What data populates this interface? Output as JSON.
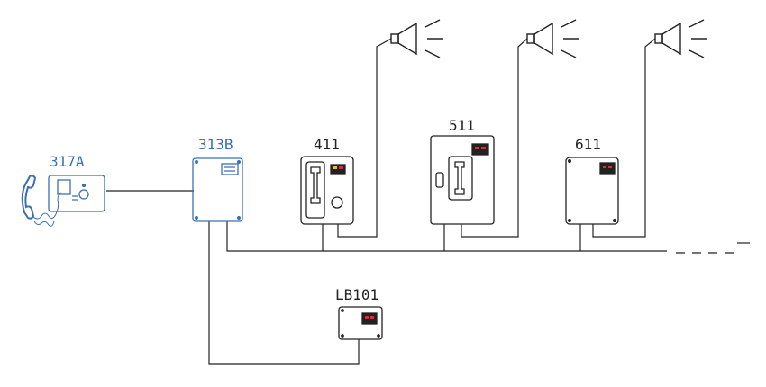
{
  "labels": {
    "handset_station": "317A",
    "amplifier": "313B",
    "station_411": "411",
    "station_511": "511",
    "station_611": "611",
    "loudspeaker_box": "LB101"
  },
  "colors": {
    "line": "#222222",
    "blue": "#3a6fb5",
    "red": "#d83030",
    "yellow": "#e8c020"
  }
}
